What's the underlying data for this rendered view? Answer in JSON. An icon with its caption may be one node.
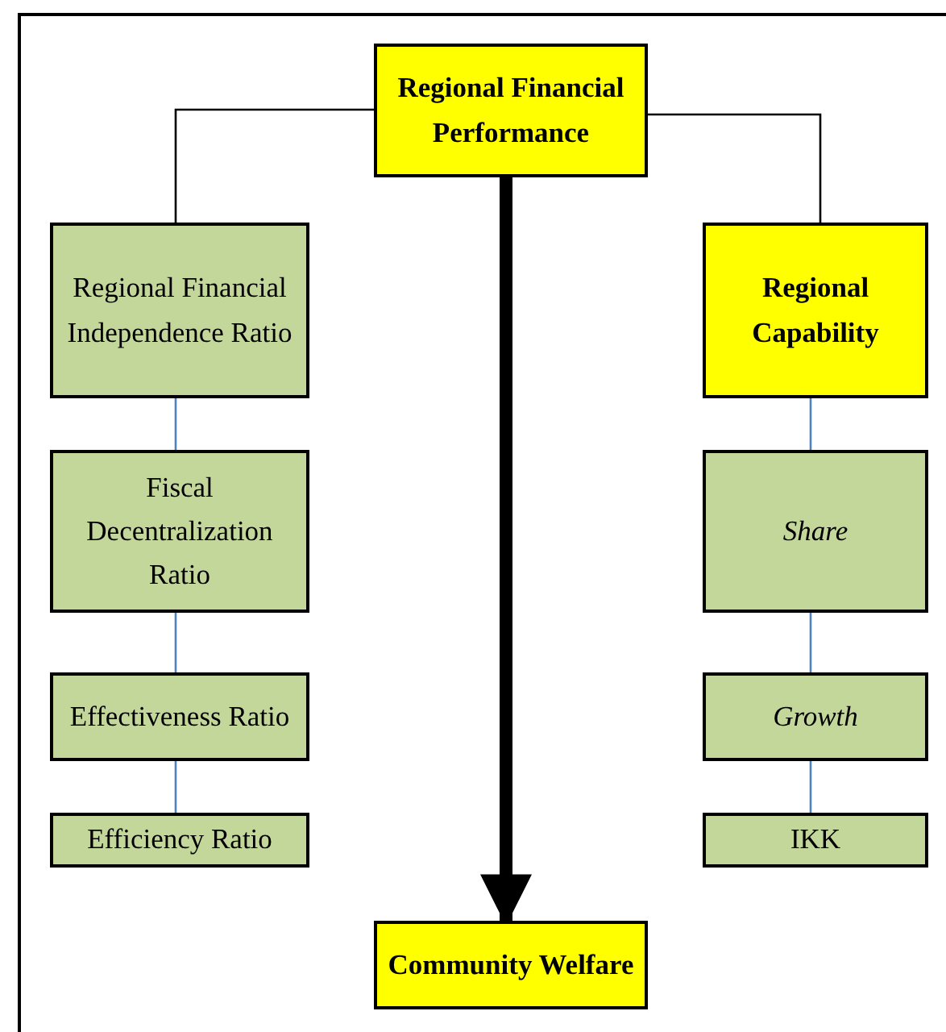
{
  "diagram": {
    "nodes": [
      {
        "text": [
          "Regional Financial Performance"
        ]
      },
      {
        "text": [
          "Regional Financial Independence Ratio"
        ]
      },
      {
        "text": [
          "Fiscal Decentralization Ratio"
        ]
      },
      {
        "text": [
          "Effectiveness Ratio"
        ]
      },
      {
        "text": [
          "Efficiency Ratio"
        ]
      },
      {
        "text": [
          "Regional Capability"
        ]
      },
      {
        "text": [
          "Share"
        ]
      },
      {
        "text": [
          "Growth"
        ]
      },
      {
        "text": [
          "IKK"
        ]
      },
      {
        "text": [
          "Community Welfare"
        ]
      }
    ],
    "edges": [
      {
        "from": 0,
        "to": 1,
        "arrow": "none",
        "color": "#000000"
      },
      {
        "from": 0,
        "to": 5,
        "arrow": "none",
        "color": "#000000"
      },
      {
        "from": 0,
        "to": 9,
        "arrow": "to",
        "style": "thick",
        "color": "#000000"
      },
      {
        "from": 1,
        "to": 2,
        "arrow": "none"
      },
      {
        "from": 2,
        "to": 3,
        "arrow": "none"
      },
      {
        "from": 3,
        "to": 4,
        "arrow": "none"
      },
      {
        "from": 5,
        "to": 6,
        "arrow": "none"
      },
      {
        "from": 6,
        "to": 7,
        "arrow": "none"
      },
      {
        "from": 7,
        "to": 8,
        "arrow": "none"
      }
    ]
  }
}
